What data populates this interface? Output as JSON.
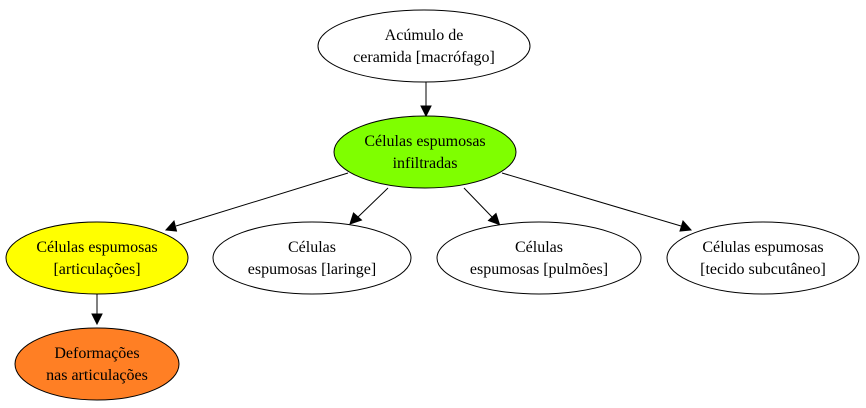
{
  "nodes": {
    "acumulo": {
      "lines": [
        "Acúmulo de",
        "ceramida [macrófago]"
      ],
      "fill": "#ffffff"
    },
    "infiltradas": {
      "lines": [
        "Células espumosas",
        "infiltradas"
      ],
      "fill": "#7fff00"
    },
    "articulacoes": {
      "lines": [
        "Células espumosas",
        "[articulações]"
      ],
      "fill": "#ffff00"
    },
    "laringe": {
      "lines": [
        "Células",
        "espumosas [laringe]"
      ],
      "fill": "#ffffff"
    },
    "pulmoes": {
      "lines": [
        "Células",
        "espumosas [pulmões]"
      ],
      "fill": "#ffffff"
    },
    "subcutaneo": {
      "lines": [
        "Células espumosas",
        "[tecido subcutâneo]"
      ],
      "fill": "#ffffff"
    },
    "deformacoes": {
      "lines": [
        "Deformações",
        "nas articulações"
      ],
      "fill": "#ff7f24"
    }
  }
}
